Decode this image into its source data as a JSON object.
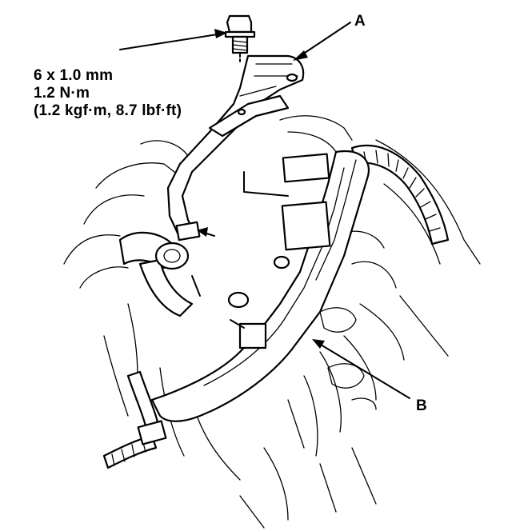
{
  "fastener_spec": {
    "size": "6 x 1.0 mm",
    "torque_nm": "1.2 N·m",
    "torque_alt": "(1.2 kgf·m, 8.7 lbf·ft)"
  },
  "callouts": {
    "a": "A",
    "b": "B"
  }
}
